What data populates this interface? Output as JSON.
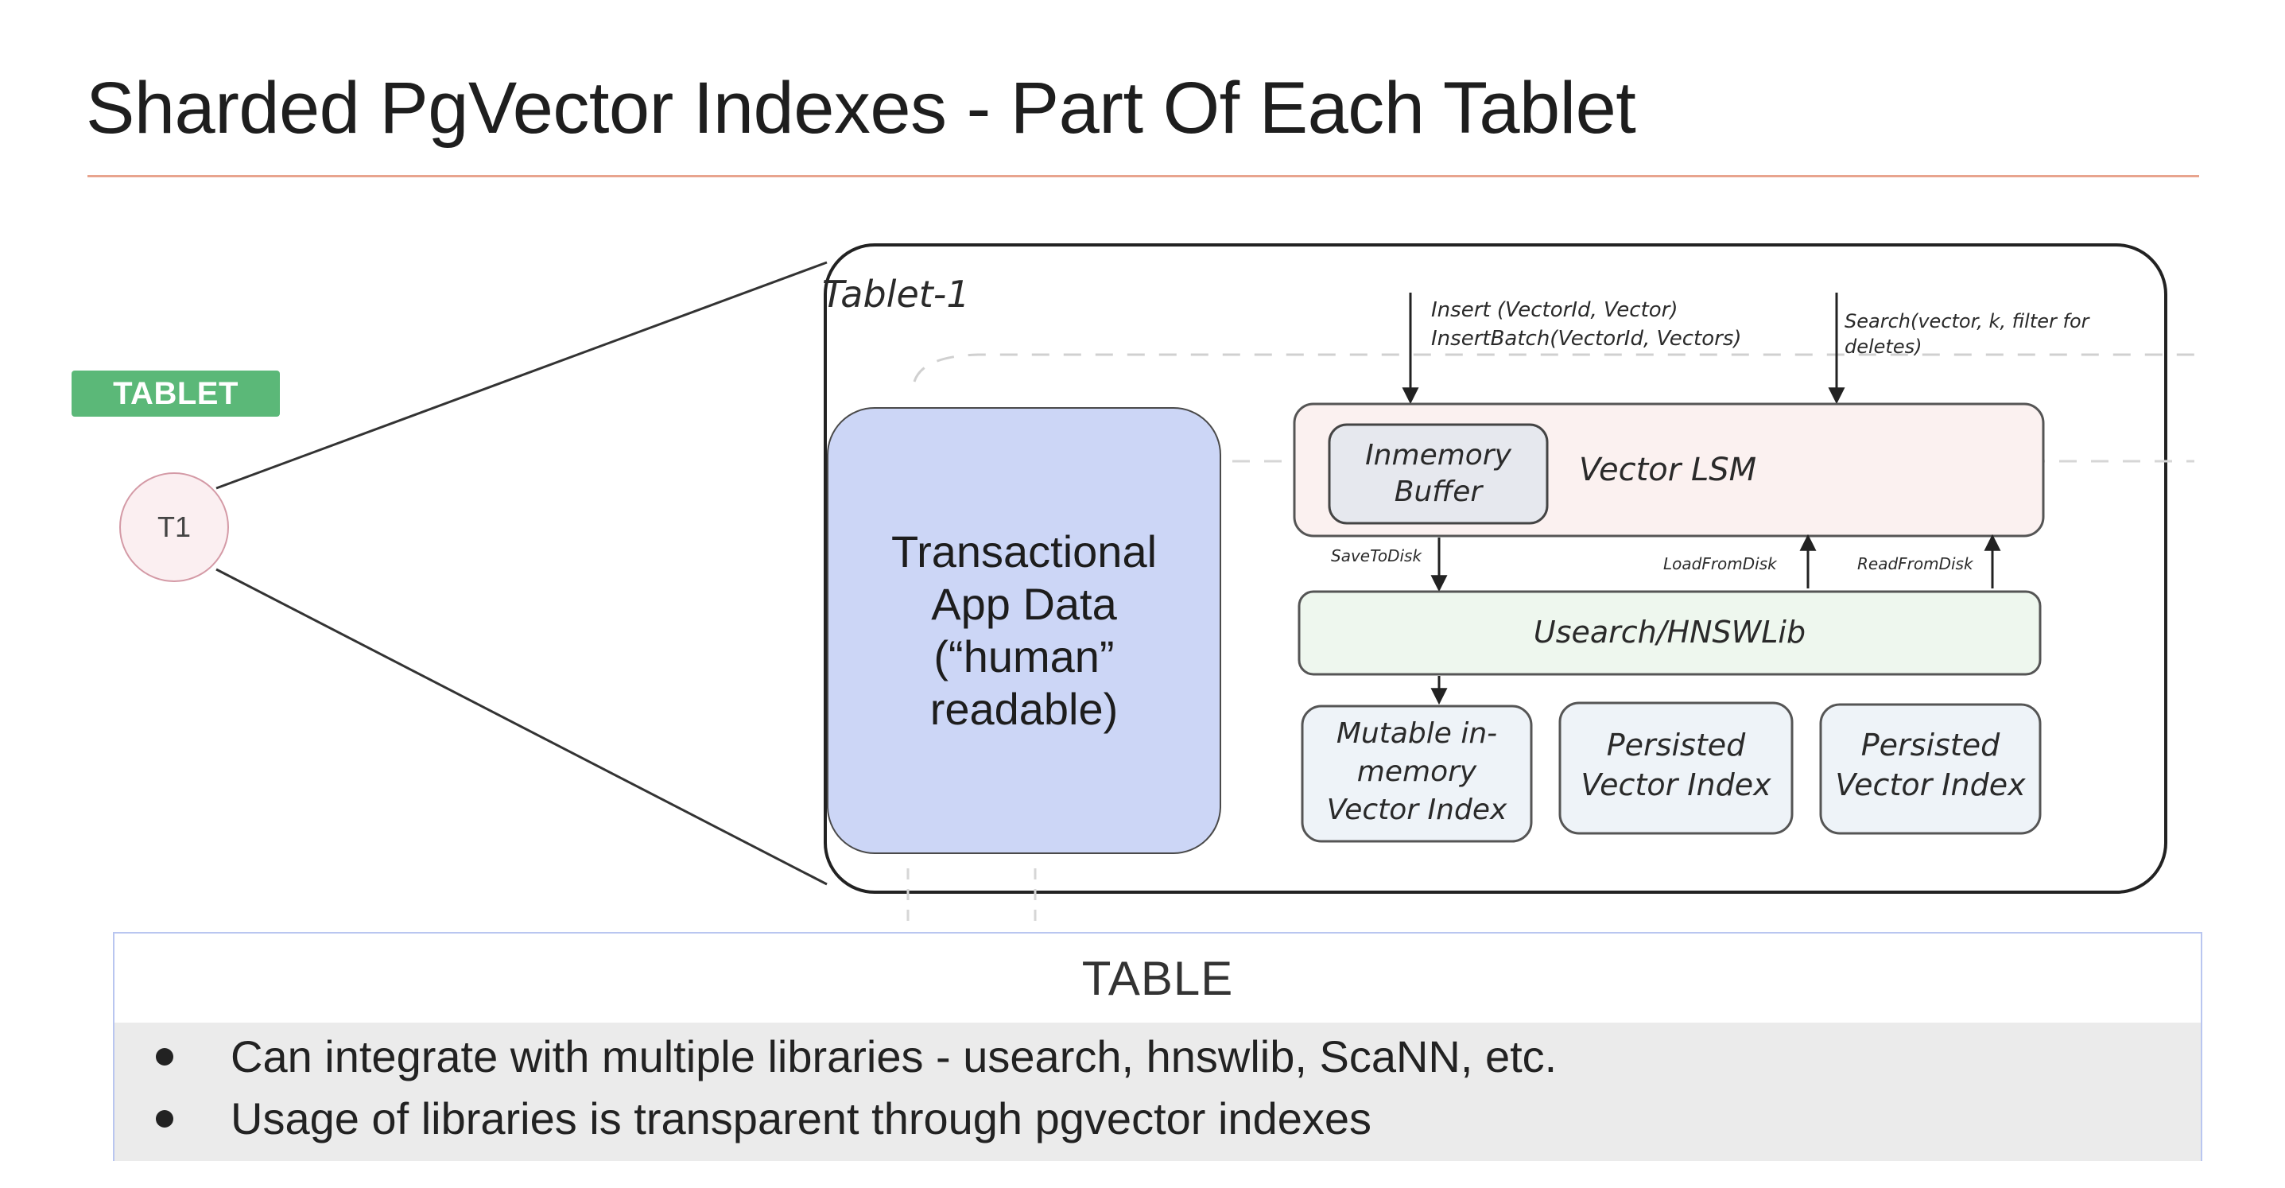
{
  "slide": {
    "title": "Sharded PgVector Indexes - Part Of Each Tablet"
  },
  "left": {
    "tag": "TABLET",
    "node": "T1"
  },
  "tablet": {
    "label": "Tablet-1",
    "transactional": [
      "Transactional",
      "App Data",
      "(“human”",
      "readable)"
    ],
    "insert_ops": [
      "Insert (VectorId, Vector)",
      "InsertBatch(VectorId, Vectors)"
    ],
    "search_op": [
      "Search(vector, k, filter for",
      "deletes)"
    ],
    "lsm_label": "Vector LSM",
    "buffer": [
      "Inmemory",
      "Buffer"
    ],
    "save_label": "SaveToDisk",
    "load_label": "LoadFromDisk",
    "read_label": "ReadFromDisk",
    "usearch": "Usearch/HNSWLib",
    "mutable_index": [
      "Mutable in-",
      "memory",
      "Vector Index"
    ],
    "persisted_1": [
      "Persisted",
      "Vector Index"
    ],
    "persisted_2": [
      "Persisted",
      "Vector Index"
    ]
  },
  "table": {
    "heading": "TABLE",
    "bullets": [
      "Can integrate with multiple libraries - usearch, hnswlib, ScaNN, etc.",
      "Usage of libraries is transparent through pgvector indexes"
    ]
  },
  "colors": {
    "tag_green": "#5bb878",
    "transactional_blue": "#ccd6f6",
    "lsm_pink": "#fbf1f0",
    "usearch_green": "#eef7ee",
    "index_blue": "#eef3f8",
    "title_rule": "#e8a48e"
  }
}
